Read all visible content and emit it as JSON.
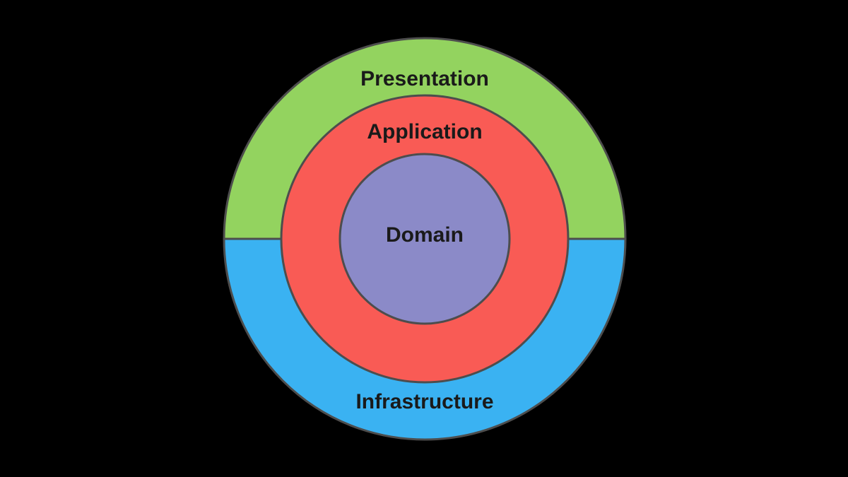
{
  "meta": {
    "diagram_type": "onion-architecture-concentric-circles",
    "background_color": "#000000",
    "stroke_color": "#4D4D4D",
    "label_color": "#1A1A1A"
  },
  "layers": [
    {
      "name": "presentation",
      "label": "Presentation",
      "color": "#93D35F",
      "position": "outer-ring-top-half"
    },
    {
      "name": "infrastructure",
      "label": "Infrastructure",
      "color": "#3AB2F2",
      "position": "outer-ring-bottom-half"
    },
    {
      "name": "application",
      "label": "Application",
      "color": "#F95B55",
      "position": "middle-ring"
    },
    {
      "name": "domain",
      "label": "Domain",
      "color": "#8B8AC8",
      "position": "center-circle"
    }
  ]
}
